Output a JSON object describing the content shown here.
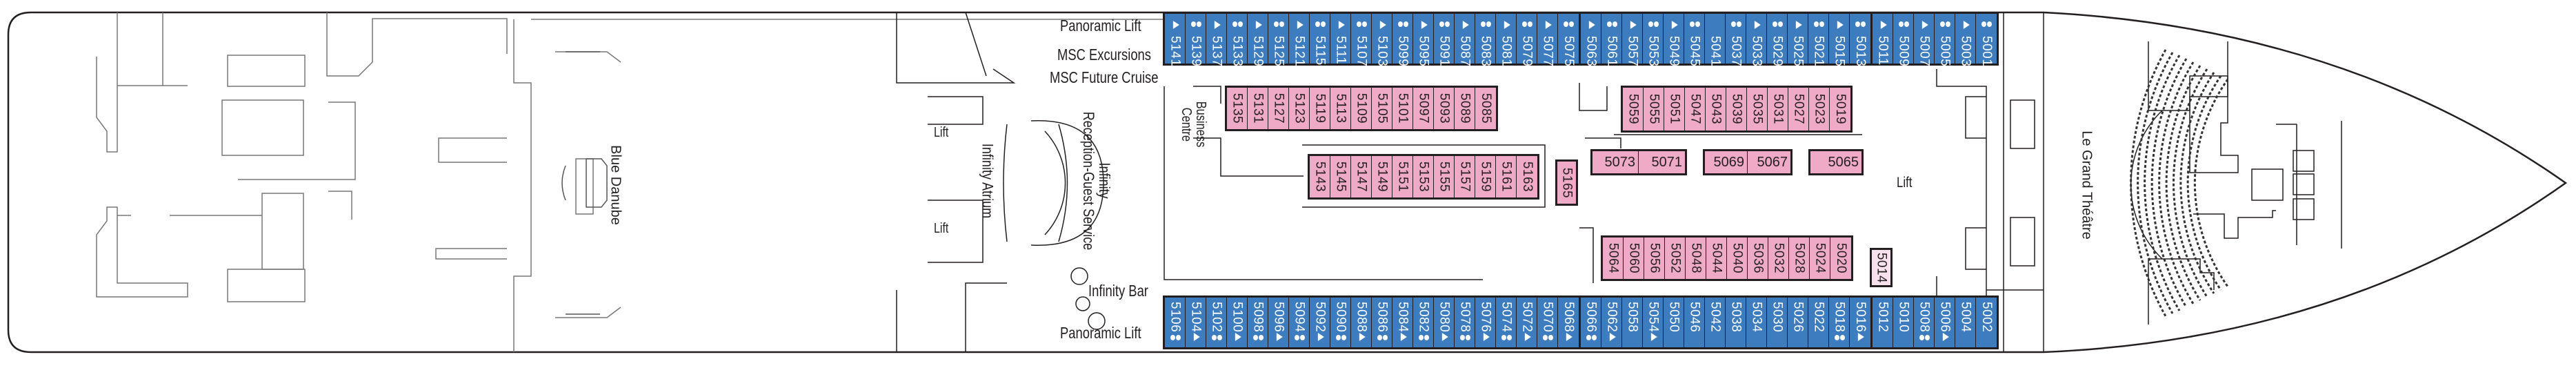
{
  "colors": {
    "balcony_cabin": "#3d7cbf",
    "interior_cabin": "#eeaac6",
    "single_cabin": "#f7e1ec",
    "walls": "#231f20"
  },
  "icons": {
    "triangle": "triangle-icon",
    "dots": "two-dots-icon"
  },
  "labels": {
    "panoramic_lift_top": "Panoramic Lift",
    "msc_excursions": "MSC Excursions",
    "msc_future_cruise": "MSC Future Cruise",
    "infinity_bar": "Infinity Bar",
    "panoramic_lift_bottom": "Panoramic Lift",
    "lift_atrium_upper": "Lift",
    "lift_atrium_lower": "Lift",
    "lift_forward": "Lift",
    "infinity_atrium": "Infinity Atrium",
    "reception_line1": "Infinity",
    "reception_line2": "Reception-Guest Service",
    "business_line1": "Business",
    "business_line2": "Centre",
    "blue_danube": "Blue Danube",
    "le_grand_theatre": "Le Grand Théâtre"
  },
  "cabins": {
    "top_row": [
      [
        {
          "n": "5141",
          "i": "triangle"
        },
        {
          "n": "5139",
          "i": "dots"
        },
        {
          "n": "5137",
          "i": "triangle"
        },
        {
          "n": "5133",
          "i": "dots"
        },
        {
          "n": "5129",
          "i": "triangle"
        },
        {
          "n": "5125",
          "i": "dots"
        },
        {
          "n": "5121",
          "i": "triangle"
        },
        {
          "n": "5115",
          "i": "dots"
        },
        {
          "n": "5111",
          "i": "triangle"
        },
        {
          "n": "5107",
          "i": "dots"
        },
        {
          "n": "5103",
          "i": "triangle"
        },
        {
          "n": "5099",
          "i": "dots"
        },
        {
          "n": "5095",
          "i": "triangle"
        },
        {
          "n": "5091",
          "i": "dots"
        },
        {
          "n": "5087",
          "i": "triangle"
        },
        {
          "n": "5083",
          "i": "dots"
        },
        {
          "n": "5081",
          "i": "triangle"
        },
        {
          "n": "5079",
          "i": "dots"
        },
        {
          "n": "5077",
          "i": "triangle"
        },
        {
          "n": "5075",
          "i": "dots"
        }
      ],
      [
        {
          "n": "5063",
          "i": "triangle"
        },
        {
          "n": "5061",
          "i": "dots"
        },
        {
          "n": "5057",
          "i": "triangle"
        },
        {
          "n": "5053",
          "i": "dots"
        },
        {
          "n": "5049",
          "i": "triangle"
        },
        {
          "n": "5045",
          "i": "dots"
        },
        {
          "n": "5041",
          "i": ""
        },
        {
          "n": "5037",
          "i": "dots"
        },
        {
          "n": "5033",
          "i": "triangle"
        },
        {
          "n": "5029",
          "i": "dots"
        },
        {
          "n": "5025",
          "i": "triangle"
        },
        {
          "n": "5021",
          "i": "dots"
        },
        {
          "n": "5015",
          "i": "triangle"
        },
        {
          "n": "5013",
          "i": "dots"
        }
      ],
      [
        {
          "n": "5011",
          "i": "triangle"
        },
        {
          "n": "5009",
          "i": "dots"
        },
        {
          "n": "5007",
          "i": "triangle"
        },
        {
          "n": "5005",
          "i": "dots"
        },
        {
          "n": "5003",
          "i": "triangle"
        },
        {
          "n": "5001",
          "i": "dots"
        }
      ]
    ],
    "bottom_row": [
      [
        {
          "n": "5106",
          "i": "dots"
        },
        {
          "n": "5104",
          "i": "triangle"
        },
        {
          "n": "5102",
          "i": "dots"
        },
        {
          "n": "5100",
          "i": "triangle"
        },
        {
          "n": "5098",
          "i": "dots"
        },
        {
          "n": "5096",
          "i": "triangle"
        },
        {
          "n": "5094",
          "i": "dots"
        },
        {
          "n": "5092",
          "i": "triangle"
        },
        {
          "n": "5090",
          "i": "dots"
        },
        {
          "n": "5088",
          "i": "triangle"
        },
        {
          "n": "5086",
          "i": "dots"
        },
        {
          "n": "5084",
          "i": "triangle"
        },
        {
          "n": "5082",
          "i": "dots"
        },
        {
          "n": "5080",
          "i": "triangle"
        },
        {
          "n": "5078",
          "i": "dots"
        },
        {
          "n": "5076",
          "i": "triangle"
        },
        {
          "n": "5074",
          "i": "dots"
        },
        {
          "n": "5072",
          "i": "triangle"
        },
        {
          "n": "5070",
          "i": "dots"
        },
        {
          "n": "5068",
          "i": "triangle"
        }
      ],
      [
        {
          "n": "5066",
          "i": "dots"
        },
        {
          "n": "5062",
          "i": "triangle"
        },
        {
          "n": "5058",
          "i": ""
        },
        {
          "n": "5054",
          "i": "triangle"
        },
        {
          "n": "5050",
          "i": ""
        },
        {
          "n": "5046",
          "i": ""
        },
        {
          "n": "5042",
          "i": ""
        },
        {
          "n": "5038",
          "i": ""
        },
        {
          "n": "5034",
          "i": ""
        },
        {
          "n": "5030",
          "i": ""
        },
        {
          "n": "5026",
          "i": ""
        },
        {
          "n": "5022",
          "i": ""
        },
        {
          "n": "5018",
          "i": "dots"
        },
        {
          "n": "5016",
          "i": "triangle"
        }
      ],
      [
        {
          "n": "5012",
          "i": ""
        },
        {
          "n": "5010",
          "i": ""
        },
        {
          "n": "5008",
          "i": "dots"
        },
        {
          "n": "5006",
          "i": "triangle"
        },
        {
          "n": "5004",
          "i": ""
        },
        {
          "n": "5002",
          "i": ""
        }
      ]
    ],
    "inner_upper_aft": [
      "5135",
      "5131",
      "5127",
      "5123",
      "5119",
      "5113",
      "5109",
      "5105",
      "5101",
      "5097",
      "5093",
      "5089",
      "5085"
    ],
    "inner_middle": [
      "5143",
      "5145",
      "5147",
      "5149",
      "5151",
      "5153",
      "5155",
      "5157",
      "5159",
      "5161",
      "5163"
    ],
    "inner_single_aft": "5165",
    "inner_upper_fwd": [
      "5059",
      "5055",
      "5051",
      "5047",
      "5043",
      "5039",
      "5035",
      "5031",
      "5027",
      "5023",
      "5019"
    ],
    "inner_transverse": [
      [
        "5073",
        "5071"
      ],
      [
        "5069",
        "5067"
      ],
      [
        "5065"
      ]
    ],
    "inner_lower_fwd": [
      "5064",
      "5060",
      "5056",
      "5052",
      "5048",
      "5044",
      "5040",
      "5036",
      "5032",
      "5028",
      "5024",
      "5020"
    ],
    "inner_single_fwd": "5014"
  }
}
